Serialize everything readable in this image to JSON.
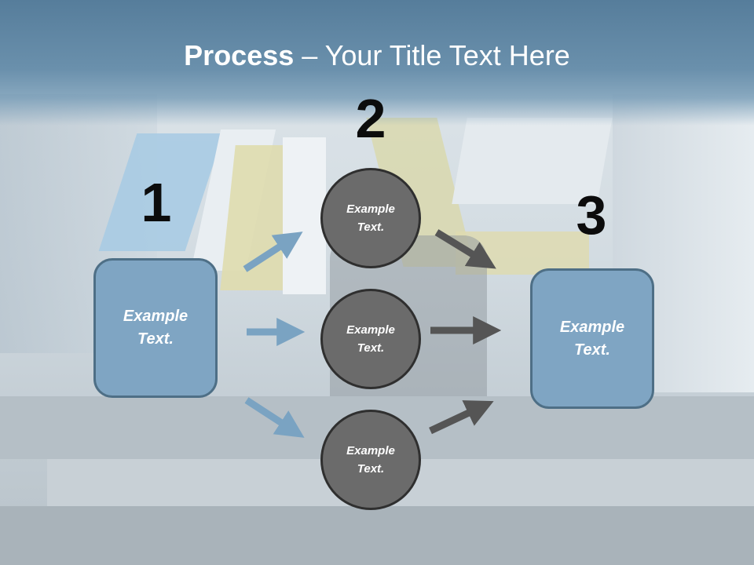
{
  "title": {
    "bold": "Process",
    "rest": " – Your Title Text Here"
  },
  "steps": {
    "one": "1",
    "two": "2",
    "three": "3"
  },
  "left_box": {
    "line1": "Example",
    "line2": "Text."
  },
  "right_box": {
    "line1": "Example",
    "line2": "Text."
  },
  "circles": [
    {
      "line1": "Example",
      "line2": "Text."
    },
    {
      "line1": "Example",
      "line2": "Text."
    },
    {
      "line1": "Example",
      "line2": "Text."
    }
  ],
  "colors": {
    "header": "#5f87a4",
    "box_fill": "#7fa5c3",
    "box_border": "#4e6f86",
    "circle_fill": "#6b6b6b",
    "circle_border": "#2f2f2f",
    "blue_arrow": "#7aa3c2",
    "dark_arrow": "#555555"
  }
}
